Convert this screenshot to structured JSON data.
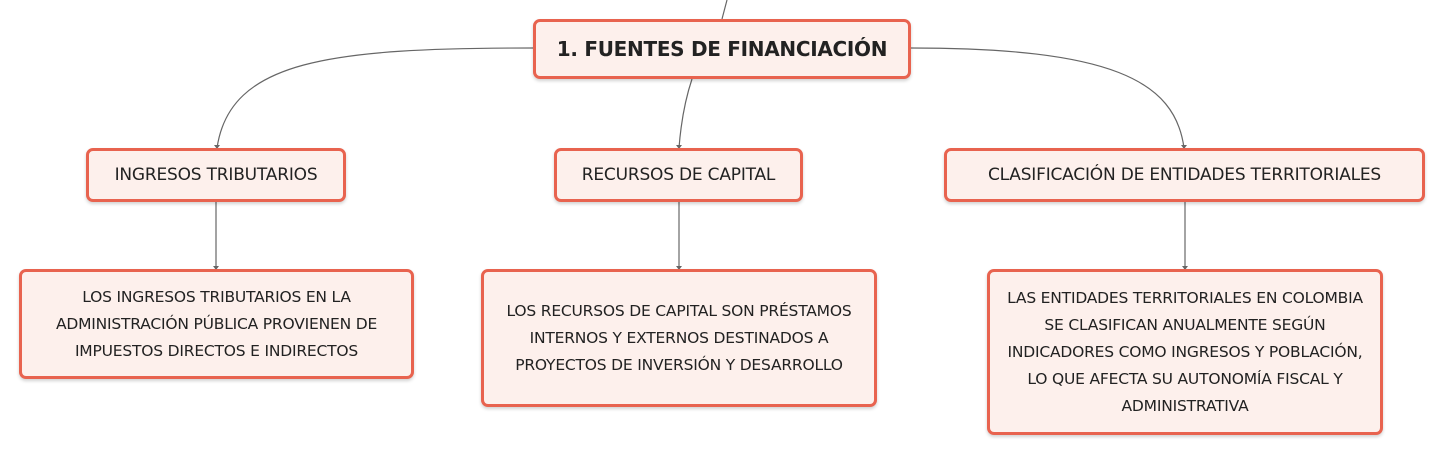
{
  "diagram": {
    "root": {
      "label": "1. FUENTES DE FINANCIACIÓN"
    },
    "branches": [
      {
        "label": "INGRESOS TRIBUTARIOS",
        "detail": "LOS INGRESOS TRIBUTARIOS EN LA ADMINISTRACIÓN PÚBLICA PROVIENEN DE IMPUESTOS DIRECTOS E INDIRECTOS"
      },
      {
        "label": "RECURSOS DE CAPITAL",
        "detail": "LOS RECURSOS DE CAPITAL SON PRÉSTAMOS INTERNOS Y EXTERNOS DESTINADOS A PROYECTOS DE INVERSIÓN Y DESARROLLO"
      },
      {
        "label": "CLASIFICACIÓN DE ENTIDADES TERRITORIALES",
        "detail": "LAS ENTIDADES TERRITORIALES EN COLOMBIA SE CLASIFICAN ANUALMENTE SEGÚN INDICADORES COMO INGRESOS Y POBLACIÓN, LO QUE AFECTA SU AUTONOMÍA FISCAL Y ADMINISTRATIVA"
      }
    ],
    "colors": {
      "node_border": "#e8634f",
      "node_fill": "#fdf0ec",
      "connector": "#666666",
      "text": "#222222"
    }
  }
}
